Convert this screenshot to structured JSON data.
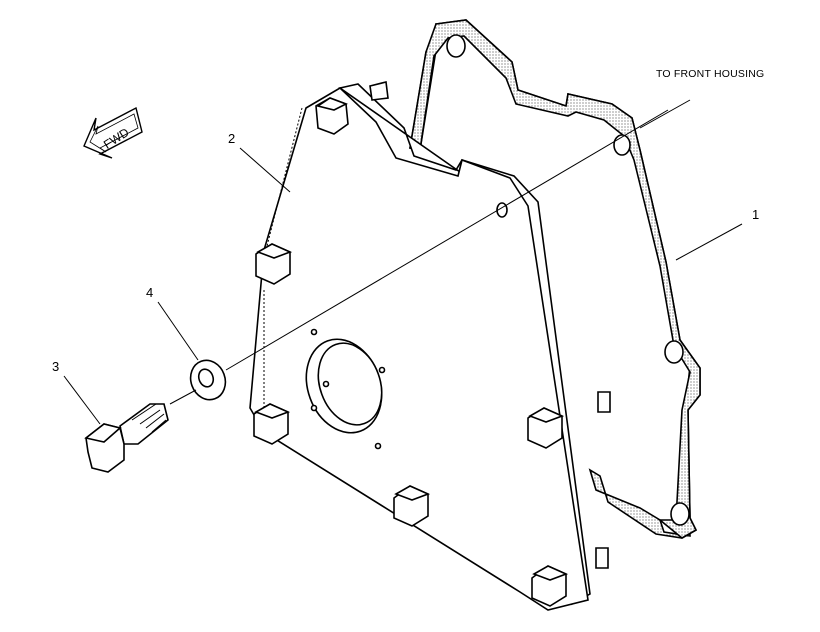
{
  "callouts": {
    "gasket": "1",
    "cover_plate": "2",
    "bolt": "3",
    "washer": "4"
  },
  "direction_arrow": {
    "text": "FWD",
    "icon": "forward-direction-arrow-icon"
  },
  "annotation": {
    "text": "TO FRONT HOUSING"
  },
  "colors": {
    "line": "#000000",
    "background": "#ffffff",
    "stipple": "#555555"
  }
}
